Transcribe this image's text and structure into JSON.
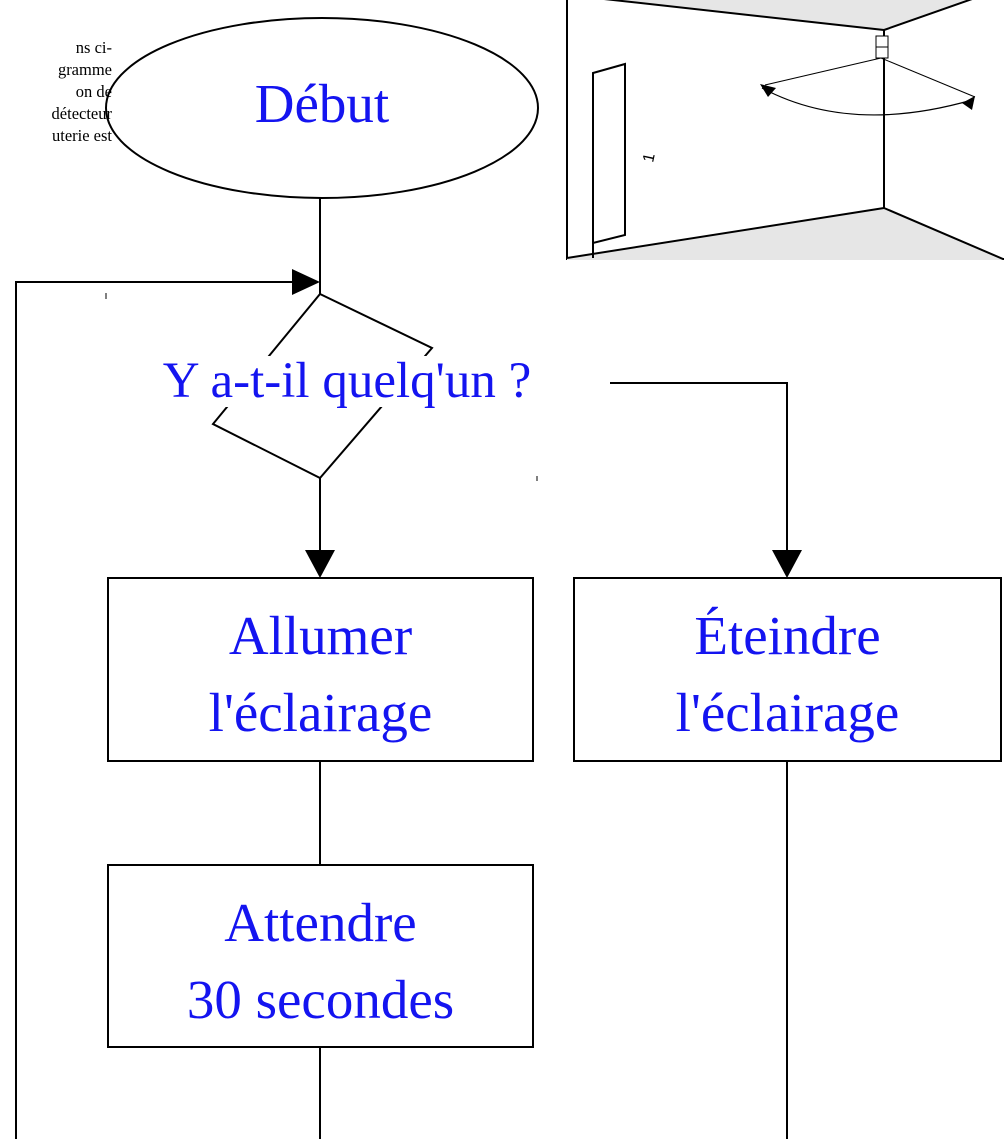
{
  "intro_fragment": [
    "ns ci-",
    "gramme",
    "on de",
    "détecteur",
    "uterie est"
  ],
  "flowchart": {
    "start": "Début",
    "decision": "Y a-t-il quelq'un ?",
    "on_light": [
      "Allumer",
      "l'éclairage"
    ],
    "off_light": [
      "Éteindre",
      "l'éclairage"
    ],
    "wait": [
      "Attendre",
      "30 secondes"
    ]
  },
  "room_illustration": {
    "door_number": "1",
    "icon": "motion-detector-room-icon"
  },
  "colors": {
    "label_text": "#1414f0",
    "lines": "#000000",
    "floor": "#e6e6e6"
  }
}
